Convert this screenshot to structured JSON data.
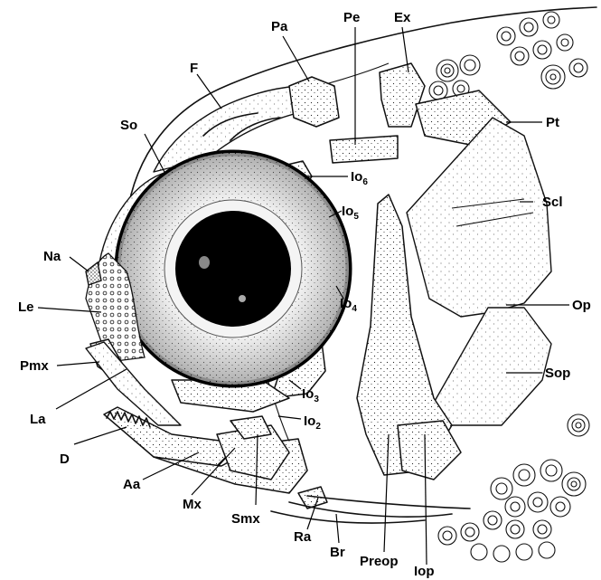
{
  "figure": {
    "labels": {
      "Pa": "Pa",
      "Pe": "Pe",
      "Ex": "Ex",
      "F": "F",
      "So": "So",
      "Pt": "Pt",
      "Io6": "Io",
      "Io6_sub": "6",
      "Io5": "Io",
      "Io5_sub": "5",
      "Scl": "Scl",
      "Na": "Na",
      "Le": "Le",
      "Op": "Op",
      "Io4": "Io",
      "Io4_sub": "4",
      "Pmx": "Pmx",
      "Sop": "Sop",
      "Io3": "Io",
      "Io3_sub": "3",
      "La": "La",
      "Io2": "Io",
      "Io2_sub": "2",
      "D": "D",
      "Aa": "Aa",
      "Mx": "Mx",
      "Smx": "Smx",
      "Ra": "Ra",
      "Br": "Br",
      "Preop": "Preop",
      "Iop": "Iop"
    }
  }
}
